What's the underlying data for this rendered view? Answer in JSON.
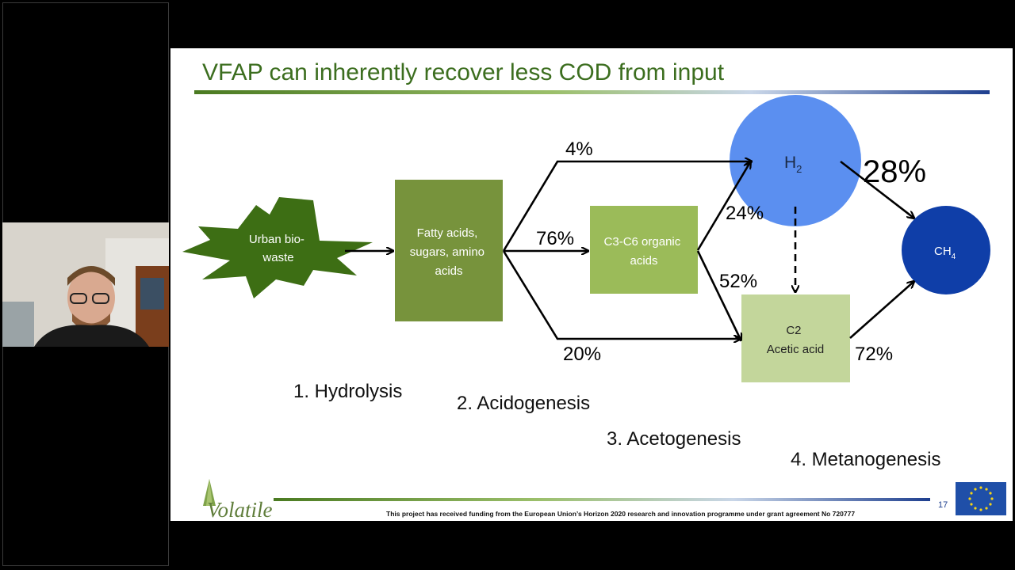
{
  "slide": {
    "title": "VFAP can inherently recover less COD from input",
    "page_number": "17",
    "footer": {
      "text": "This project has received funding from the European Union’s Horizon 2020 research and innovation programme under grant agreement No 720777",
      "logo_text": "Volatile"
    }
  },
  "diagram": {
    "nodes": {
      "urban_biowaste": [
        "Urban bio-",
        "waste"
      ],
      "hydrolysis_products": [
        "Fatty acids,",
        "sugars, amino",
        "acids"
      ],
      "organic_acids": [
        "C3-C6 organic",
        "acids"
      ],
      "h2": {
        "base": "H",
        "sub": "2"
      },
      "acetic": [
        "C2",
        "Acetic acid"
      ],
      "ch4": {
        "base": "CH",
        "sub": "4"
      }
    },
    "percentages": {
      "to_h2": "4%",
      "to_organic": "76%",
      "to_acetic": "20%",
      "organic_to_h2": "24%",
      "organic_to_acetic": "52%",
      "h2_to_ch4": "28%",
      "acetic_to_ch4": "72%"
    },
    "colors": {
      "biowaste": "#3d6e14",
      "hydrolysis_box": "#77933c",
      "organic_box": "#9bbb59",
      "acetic_box": "#c3d69b",
      "h2_circle": "#5b8ff0",
      "ch4_circle": "#0f3ea8"
    }
  },
  "stages": [
    "1. Hydrolysis",
    "2. Acidogenesis",
    "3. Acetogenesis",
    "4. Metanogenesis"
  ]
}
